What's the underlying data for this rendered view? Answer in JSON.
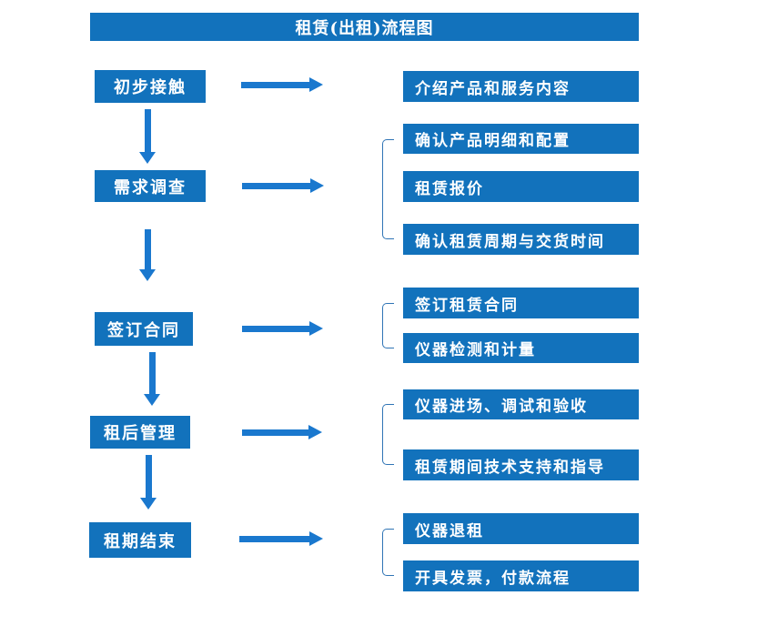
{
  "title": "租赁(出租)流程图",
  "colors": {
    "primary": "#1272BC",
    "arrow": "#1A78CE",
    "bracket": "#2F74B5",
    "text_on_primary": "#FFFFFF",
    "background": "#FFFFFF"
  },
  "steps": [
    {
      "label": "初步接触",
      "details": [
        "介绍产品和服务内容"
      ]
    },
    {
      "label": "需求调查",
      "details": [
        "确认产品明细和配置",
        "租赁报价",
        "确认租赁周期与交货时间"
      ]
    },
    {
      "label": "签订合同",
      "details": [
        "签订租赁合同",
        "仪器检测和计量"
      ]
    },
    {
      "label": "租后管理",
      "details": [
        "仪器进场、调试和验收",
        "租赁期间技术支持和指导"
      ]
    },
    {
      "label": "租期结束",
      "details": [
        "仪器退租",
        "开具发票，付款流程"
      ]
    }
  ]
}
